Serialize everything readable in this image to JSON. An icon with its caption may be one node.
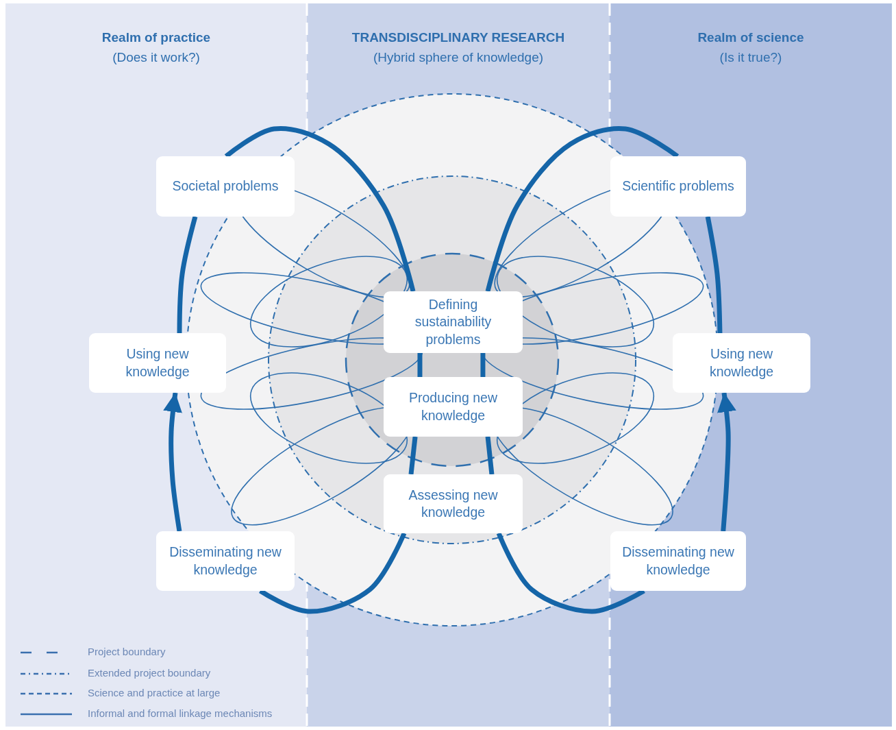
{
  "diagram": {
    "nodes": [
      {
        "text": [
          "Realm of practice",
          "(Does it work?)"
        ]
      },
      {
        "text": [
          "TRANSDISCIPLINARY RESEARCH",
          "(Hybrid sphere of knowledge)"
        ]
      },
      {
        "text": [
          "Realm of science",
          "(Is it true?)"
        ]
      },
      {
        "text": [
          "Societal problems"
        ],
        "in": 0
      },
      {
        "text": [
          "Using new knowledge"
        ],
        "in": 0
      },
      {
        "text": [
          "Disseminating new knowledge"
        ],
        "in": 0
      },
      {
        "text": [
          "Defining sustainability problems"
        ],
        "in": 1
      },
      {
        "text": [
          "Producing new knowledge"
        ],
        "in": 1
      },
      {
        "text": [
          "Assessing new knowledge"
        ],
        "in": 1
      },
      {
        "text": [
          "Scientific problems"
        ],
        "in": 2
      },
      {
        "text": [
          "Using new knowledge"
        ],
        "in": 2
      },
      {
        "text": [
          "Disseminating new knowledge"
        ],
        "in": 2
      }
    ],
    "edges": [
      {
        "from": 5,
        "to": 4,
        "arrow": "to"
      },
      {
        "from": 4,
        "to": 3,
        "arrow": "none"
      },
      {
        "from": 3,
        "to": 6,
        "arrow": "none"
      },
      {
        "from": 6,
        "to": 7,
        "arrow": "none"
      },
      {
        "from": 7,
        "to": 8,
        "arrow": "none"
      },
      {
        "from": 8,
        "to": 5,
        "arrow": "none"
      },
      {
        "from": 11,
        "to": 10,
        "arrow": "to"
      },
      {
        "from": 10,
        "to": 9,
        "arrow": "none"
      },
      {
        "from": 9,
        "to": 6,
        "arrow": "none"
      },
      {
        "from": 6,
        "to": 7,
        "arrow": "none"
      },
      {
        "from": 7,
        "to": 8,
        "arrow": "none"
      },
      {
        "from": 8,
        "to": 11,
        "arrow": "none"
      }
    ],
    "legend": [
      {
        "text": "Project boundary"
      },
      {
        "text": "Extended project boundary"
      },
      {
        "text": "Science and practice at large"
      },
      {
        "text": "Informal and formal linkage mechanisms"
      }
    ]
  }
}
